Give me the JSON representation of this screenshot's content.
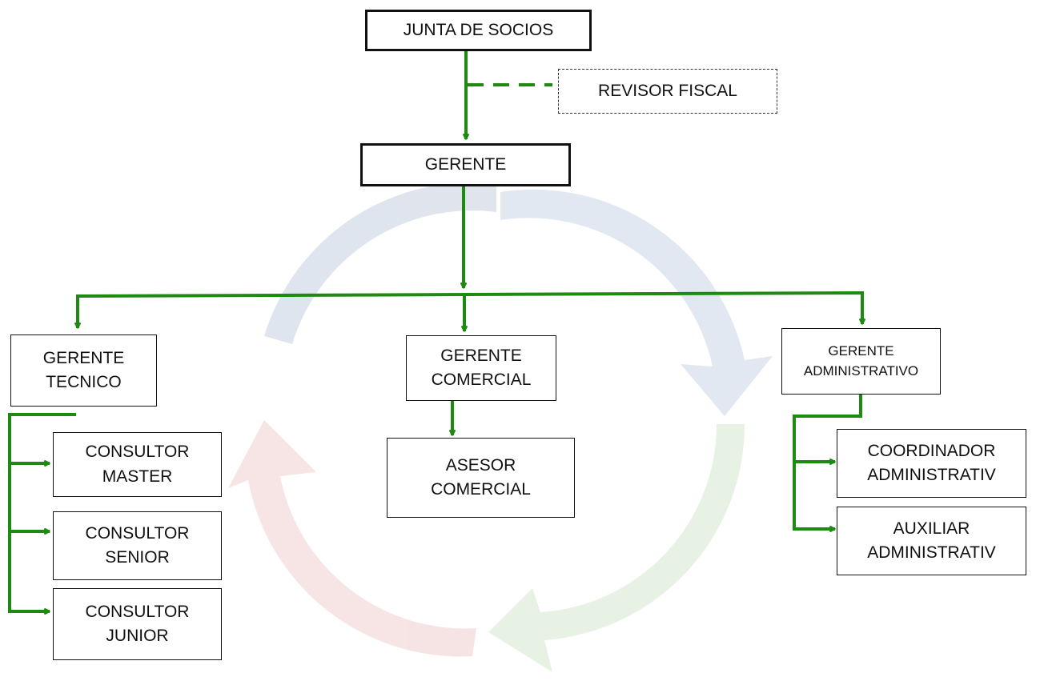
{
  "title": "",
  "colors": {
    "connector": "#1e8a12",
    "border": "#111111",
    "watermark_arrows": [
      "#b7c4d8",
      "#c9e3c4",
      "#ecc0c0",
      "#e8c9a8"
    ]
  },
  "watermark": {
    "description_icon": "circular-arrows-icon"
  },
  "nodes": {
    "junta": "JUNTA DE SOCIOS",
    "revisor": "REVISOR FISCAL",
    "gerente": "GERENTE",
    "gerente_tecnico": "GERENTE\nTECNICO",
    "gerente_comercial": "GERENTE\nCOMERCIAL",
    "gerente_administrativo": "GERENTE\nADMINISTRATIVO",
    "consultor_master": "CONSULTOR\nMASTER",
    "consultor_senior": "CONSULTOR\nSENIOR",
    "consultor_junior": "CONSULTOR\nJUNIOR",
    "asesor_comercial": "ASESOR\nCOMERCIAL",
    "coordinador": "COORDINADOR\nADMINISTRATIV",
    "auxiliar": "AUXILIAR\nADMINISTRATIV"
  },
  "edges": [
    {
      "from": "junta",
      "to": "gerente",
      "style": "solid"
    },
    {
      "from": "junta",
      "to": "revisor",
      "style": "dashed"
    },
    {
      "from": "gerente",
      "to": "gerente_tecnico",
      "style": "solid"
    },
    {
      "from": "gerente",
      "to": "gerente_comercial",
      "style": "solid"
    },
    {
      "from": "gerente",
      "to": "gerente_administrativo",
      "style": "solid"
    },
    {
      "from": "gerente_tecnico",
      "to": "consultor_master",
      "style": "solid"
    },
    {
      "from": "gerente_tecnico",
      "to": "consultor_senior",
      "style": "solid"
    },
    {
      "from": "gerente_tecnico",
      "to": "consultor_junior",
      "style": "solid"
    },
    {
      "from": "gerente_comercial",
      "to": "asesor_comercial",
      "style": "solid"
    },
    {
      "from": "gerente_administrativo",
      "to": "coordinador",
      "style": "solid"
    },
    {
      "from": "gerente_administrativo",
      "to": "auxiliar",
      "style": "solid"
    }
  ]
}
